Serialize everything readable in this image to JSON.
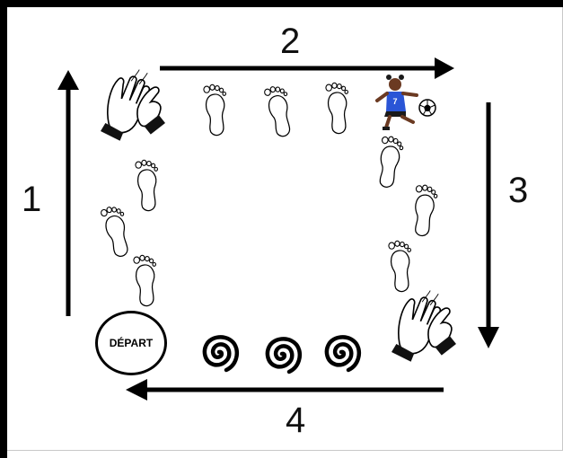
{
  "diagram": {
    "steps": [
      "1",
      "2",
      "3",
      "4"
    ],
    "start_label": "DÉPART",
    "player_number": "7"
  },
  "icons": {
    "footprint": "footprint-icon",
    "clapping_hands": "clapping-hands-icon",
    "spiral": "spiral-icon",
    "player": "soccer-player-icon"
  },
  "colors": {
    "ink": "#000000",
    "jersey": "#2a55d6",
    "skin": "#6b3a22"
  }
}
